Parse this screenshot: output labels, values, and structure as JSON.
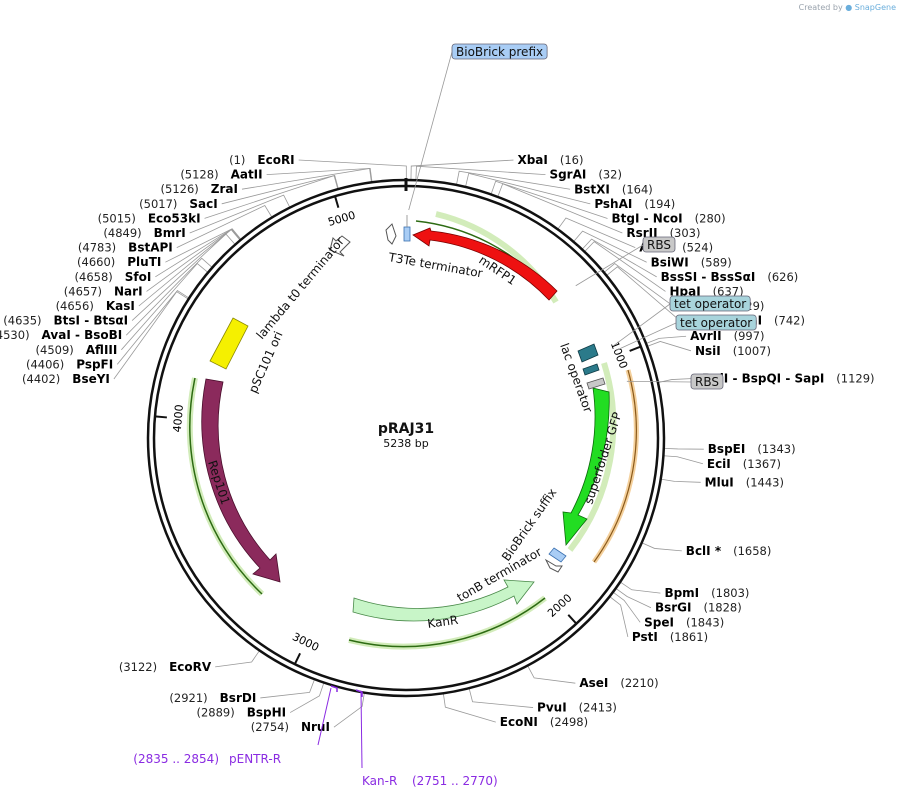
{
  "credit": {
    "prefix": "Created by",
    "brand": "SnapGene"
  },
  "plasmid": {
    "name": "pRAJ31",
    "size_label": "5238 bp",
    "length": 5238
  },
  "ticks": [
    {
      "bp": 1000,
      "label": "1000"
    },
    {
      "bp": 2000,
      "label": "2000"
    },
    {
      "bp": 3000,
      "label": "3000"
    },
    {
      "bp": 4000,
      "label": "4000"
    },
    {
      "bp": 5000,
      "label": "5000"
    }
  ],
  "sites": [
    {
      "bp": 1,
      "pos": "(1)",
      "name": "EcoRI",
      "side": "left"
    },
    {
      "bp": 16,
      "pos": "(16)",
      "name": "XbaI",
      "side": "right"
    },
    {
      "bp": 32,
      "pos": "(32)",
      "name": "SgrAI",
      "side": "right"
    },
    {
      "bp": 164,
      "pos": "(164)",
      "name": "BstXI",
      "side": "right"
    },
    {
      "bp": 194,
      "pos": "(194)",
      "name": "PshAI",
      "side": "right"
    },
    {
      "bp": 280,
      "pos": "(280)",
      "name": "BtgI  -  NcoI",
      "side": "right"
    },
    {
      "bp": 303,
      "pos": "(303)",
      "name": "RsrII",
      "side": "right"
    },
    {
      "bp": 524,
      "pos": "(524)",
      "name": "AhdI",
      "side": "right"
    },
    {
      "bp": 589,
      "pos": "(589)",
      "name": "BsiWI",
      "side": "right"
    },
    {
      "bp": 626,
      "pos": "(626)",
      "name": "BssSI  -  BssSαI",
      "side": "right"
    },
    {
      "bp": 637,
      "pos": "(637)",
      "name": "HpaI",
      "side": "right"
    },
    {
      "bp": 729,
      "pos": "(729)",
      "name": "BamHI",
      "side": "right"
    },
    {
      "bp": 742,
      "pos": "(742)",
      "name": "BspDI  -  ClaI",
      "side": "right"
    },
    {
      "bp": 997,
      "pos": "(997)",
      "name": "AvrII",
      "side": "right"
    },
    {
      "bp": 1007,
      "pos": "(1007)",
      "name": "NsiI",
      "side": "right"
    },
    {
      "bp": 1129,
      "pos": "(1129)",
      "name": "BglI  -  BspQI  -  SapI",
      "side": "right"
    },
    {
      "bp": 1343,
      "pos": "(1343)",
      "name": "BspEI",
      "side": "right"
    },
    {
      "bp": 1367,
      "pos": "(1367)",
      "name": "EciI",
      "side": "right"
    },
    {
      "bp": 1443,
      "pos": "(1443)",
      "name": "MluI",
      "side": "right"
    },
    {
      "bp": 1658,
      "pos": "(1658)",
      "name": "BclI *",
      "side": "right"
    },
    {
      "bp": 1803,
      "pos": "(1803)",
      "name": "BpmI",
      "side": "right"
    },
    {
      "bp": 1828,
      "pos": "(1828)",
      "name": "BsrGI",
      "side": "right"
    },
    {
      "bp": 1843,
      "pos": "(1843)",
      "name": "SpeI",
      "side": "right"
    },
    {
      "bp": 1861,
      "pos": "(1861)",
      "name": "PstI",
      "side": "right"
    },
    {
      "bp": 2210,
      "pos": "(2210)",
      "name": "AseI",
      "side": "right"
    },
    {
      "bp": 2413,
      "pos": "(2413)",
      "name": "PvuI",
      "side": "right"
    },
    {
      "bp": 2498,
      "pos": "(2498)",
      "name": "EcoNI",
      "side": "right"
    },
    {
      "bp": 2754,
      "pos": "(2754)",
      "name": "NruI",
      "side": "left"
    },
    {
      "bp": 2889,
      "pos": "(2889)",
      "name": "BspHI",
      "side": "left"
    },
    {
      "bp": 2921,
      "pos": "(2921)",
      "name": "BsrDI",
      "side": "left"
    },
    {
      "bp": 3122,
      "pos": "(3122)",
      "name": "EcoRV",
      "side": "left"
    },
    {
      "bp": 4402,
      "pos": "(4402)",
      "name": "BseYI",
      "side": "left"
    },
    {
      "bp": 4406,
      "pos": "(4406)",
      "name": "PspFI",
      "side": "left"
    },
    {
      "bp": 4509,
      "pos": "(4509)",
      "name": "AflIII",
      "side": "left"
    },
    {
      "bp": 4530,
      "pos": "(4530)",
      "name": "AvaI  -  BsoBI",
      "side": "left"
    },
    {
      "bp": 4635,
      "pos": "(4635)",
      "name": "BtsI  -  BtsαI",
      "side": "left"
    },
    {
      "bp": 4656,
      "pos": "(4656)",
      "name": "KasI",
      "side": "left"
    },
    {
      "bp": 4657,
      "pos": "(4657)",
      "name": "NarI",
      "side": "left"
    },
    {
      "bp": 4658,
      "pos": "(4658)",
      "name": "SfoI",
      "side": "left"
    },
    {
      "bp": 4660,
      "pos": "(4660)",
      "name": "PluTI",
      "side": "left"
    },
    {
      "bp": 4783,
      "pos": "(4783)",
      "name": "BstAPI",
      "side": "left"
    },
    {
      "bp": 4849,
      "pos": "(4849)",
      "name": "BmrI",
      "side": "left"
    },
    {
      "bp": 5015,
      "pos": "(5015)",
      "name": "Eco53kI",
      "side": "left"
    },
    {
      "bp": 5017,
      "pos": "(5017)",
      "name": "SacI",
      "side": "left"
    },
    {
      "bp": 5126,
      "pos": "(5126)",
      "name": "ZraI",
      "side": "left"
    },
    {
      "bp": 5128,
      "pos": "(5128)",
      "name": "AatII",
      "side": "left"
    }
  ],
  "boxes": [
    {
      "label": "BioBrick prefix",
      "color": "#a9cdf5",
      "bp": 10
    },
    {
      "label": "RBS",
      "color": "#c8c8c8",
      "bp": 700
    },
    {
      "label": "tet operator",
      "color": "#a8d4dc",
      "bp": 960
    },
    {
      "label": "tet operator",
      "color": "#a8d4dc",
      "bp": 980
    },
    {
      "label": "RBS",
      "color": "#c8c8c8",
      "bp": 1100
    }
  ],
  "primers": [
    {
      "name": "pENTR-R",
      "range": "(2835 .. 2854)"
    },
    {
      "name": "Kan-R",
      "range": "(2751 .. 2770)"
    }
  ],
  "features": [
    {
      "name": "mRFP1",
      "color": "#ee1111"
    },
    {
      "name": "superfolder GFP",
      "color": "#22dd22"
    },
    {
      "name": "KanR",
      "color": "#c8f5c8"
    },
    {
      "name": "Rep101",
      "color": "#8b2a5c"
    },
    {
      "name": "pSC101 ori",
      "color": "#f5f000"
    },
    {
      "name": "lambda t0 terminator",
      "color": "#ffffff"
    },
    {
      "name": "T3Te terminator",
      "color": "#ffffff"
    },
    {
      "name": "lac operator",
      "color": "#2b7a8a"
    },
    {
      "name": "BioBrick suffix",
      "color": "#a9cdf5"
    },
    {
      "name": "tonB terminator",
      "color": "#ffffff"
    }
  ]
}
